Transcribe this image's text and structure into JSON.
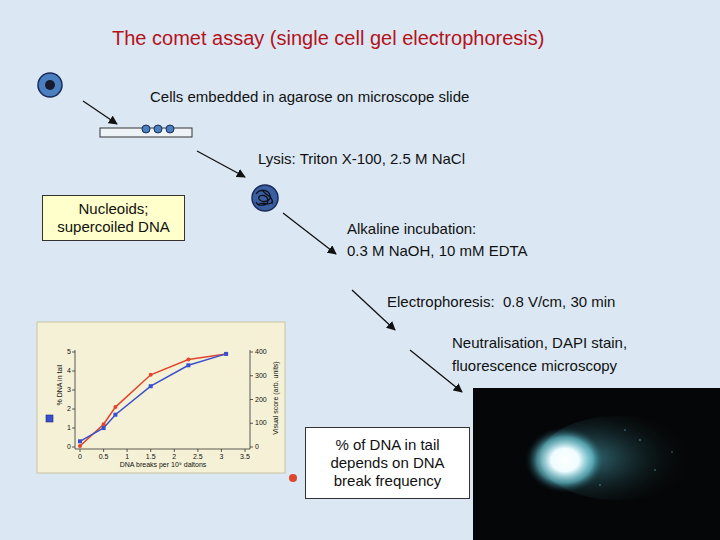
{
  "diagram": {
    "title": "The comet assay (single cell gel electrophoresis)",
    "nodes": [
      {
        "text": [
          "Nucleoids; supercoiled DNA"
        ]
      },
      {
        "text": [
          "% of DNA in tail depends on DNA break frequency"
        ]
      }
    ],
    "labels": [
      "Cells embedded in agarose on microscope slide",
      "Lysis: Triton X-100, 2.5 M NaCl",
      "Alkaline incubation:",
      "0.3 M NaOH, 10 mM EDTA",
      "Electrophoresis:  0.8 V/cm, 30 min",
      "Neutralisation, DAPI stain,",
      "fluorescence microscopy",
      "0",
      "1",
      "2",
      "3",
      "4",
      "5",
      "0",
      "100",
      "200",
      "300",
      "400",
      "0",
      "0.5",
      "1",
      "1.5",
      "2",
      "2.5",
      "3",
      "3.5",
      "% DNA in tail",
      "Visual score (arb. units)",
      "DNA breaks per 10⁹ daltons"
    ]
  }
}
